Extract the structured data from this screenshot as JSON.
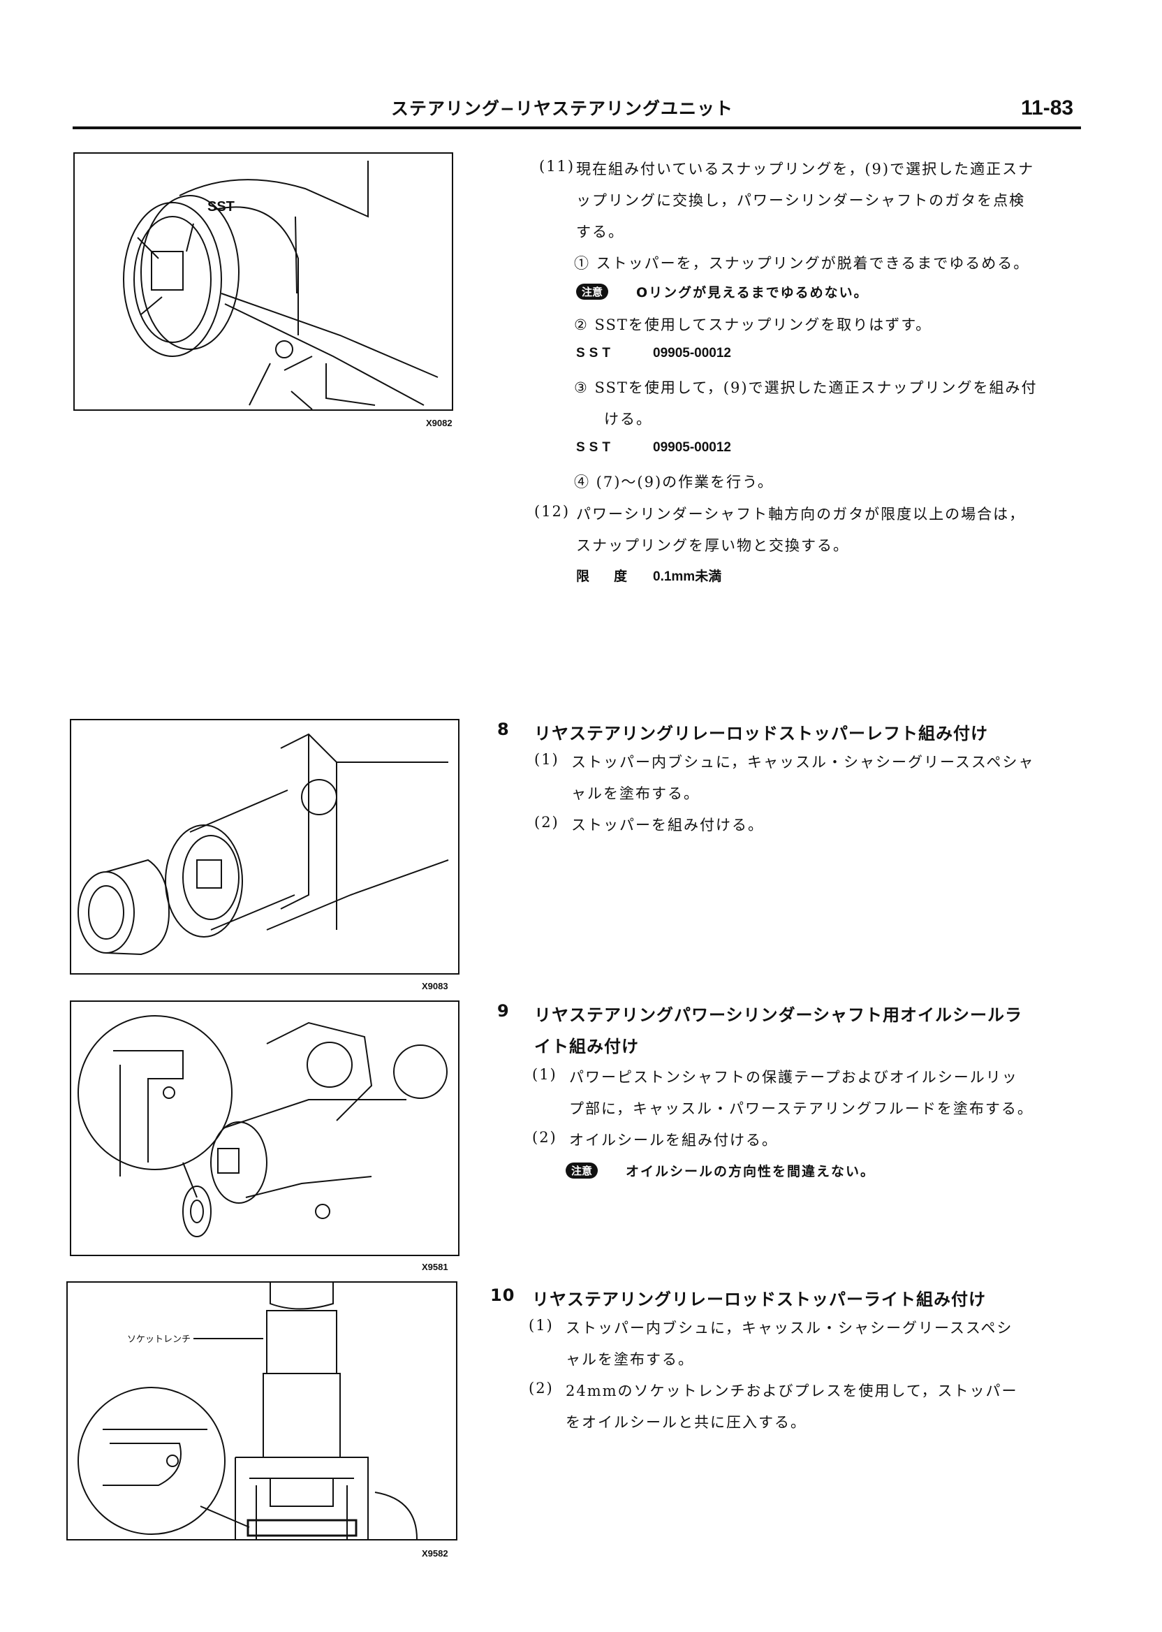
{
  "header": {
    "title": "ステアリング−リヤステアリングユニット",
    "page": "11-83"
  },
  "figures": [
    {
      "id": "X9082",
      "callout": "SST"
    },
    {
      "id": "X9083"
    },
    {
      "id": "X9581"
    },
    {
      "id": "X9582",
      "callout": "ソケットレンチ"
    }
  ],
  "notice_badge": "注意",
  "step11": {
    "num": "(11)",
    "lines": [
      "現在組み付いているスナップリングを，(9)で選択した適正スナ",
      "ップリングに交換し，パワーシリンダーシャフトのガタを点検",
      "する。"
    ],
    "sub1": "① ストッパーを，スナップリングが脱着できるまでゆるめる。",
    "note1": "Oリングが見えるまでゆるめない。",
    "sub2": "② SSTを使用してスナップリングを取りはずす。",
    "sst_label": "SST",
    "sst_value": "09905-00012",
    "sub3": [
      "③ SSTを使用して，(9)で選択した適正スナップリングを組み付",
      "ける。"
    ],
    "sub4": "④ (7)〜(9)の作業を行う。"
  },
  "step12": {
    "num": "(12)",
    "lines": [
      "パワーシリンダーシャフト軸方向のガタが限度以上の場合は，",
      "スナップリングを厚い物と交換する。"
    ],
    "limit_label": "限　度",
    "limit_value": "0.1mm未満"
  },
  "section8": {
    "num": "8",
    "title": "リヤステアリングリレーロッドストッパーレフト組み付け",
    "items": [
      {
        "num": "(1)",
        "lines": [
          "ストッパー内ブシュに，キャッスル・シャシーグリーススペシャ",
          "ャルを塗布する。"
        ]
      },
      {
        "num": "(2)",
        "lines": [
          "ストッパーを組み付ける。"
        ]
      }
    ]
  },
  "section9": {
    "num": "9",
    "title": [
      "リヤステアリングパワーシリンダーシャフト用オイルシールラ",
      "イト組み付け"
    ],
    "items": [
      {
        "num": "(1)",
        "lines": [
          "パワーピストンシャフトの保護テープおよびオイルシールリッ",
          "プ部に，キャッスル・パワーステアリングフルードを塗布する。"
        ]
      },
      {
        "num": "(2)",
        "lines": [
          "オイルシールを組み付ける。"
        ]
      }
    ],
    "note": "オイルシールの方向性を間違えない。"
  },
  "section10": {
    "num": "10",
    "title": "リヤステアリングリレーロッドストッパーライト組み付け",
    "items": [
      {
        "num": "(1)",
        "lines": [
          "ストッパー内ブシュに，キャッスル・シャシーグリーススペシ",
          "ャルを塗布する。"
        ]
      },
      {
        "num": "(2)",
        "lines": [
          "24mmのソケットレンチおよびプレスを使用して，ストッパー",
          "をオイルシールと共に圧入する。"
        ]
      }
    ]
  }
}
